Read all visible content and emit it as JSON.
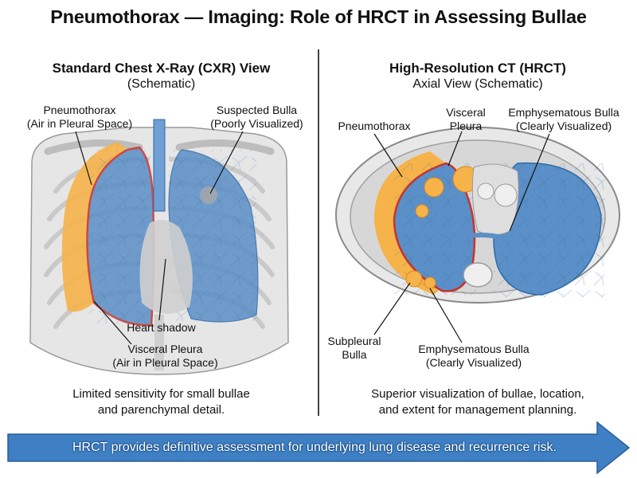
{
  "title": "Pneumothorax — Imaging: Role of HRCT in Assessing Bullae",
  "colors": {
    "lung_blue": "#5b8fc7",
    "lung_blue_dark": "#2f6aa8",
    "pneumo_orange": "#f5b34a",
    "pleura_red": "#c8322c",
    "bone_gray": "#d9d9d9",
    "banner_blue": "#3f7fc4"
  },
  "left_panel": {
    "title": "Standard Chest X-Ray (CXR) View",
    "subtitle": "(Schematic)",
    "labels": {
      "pneumothorax": [
        "Pneumothorax",
        "(Air in Pleural Space)"
      ],
      "suspected_bulla": [
        "Suspected Bulla",
        "(Poorly Visualized)"
      ],
      "heart_shadow": "Heart shadow",
      "visceral_pleura": [
        "Visceral Pleura",
        "(Air in Pleural Space)"
      ]
    },
    "caption": [
      "Limited sensitivity for small bullae",
      "and parenchymal detail."
    ]
  },
  "right_panel": {
    "title": "High-Resolution CT (HRCT)",
    "subtitle": "Axial View (Schematic)",
    "labels": {
      "pneumothorax": "Pneumothorax",
      "visceral_pleura": [
        "Visceral",
        "Pleura"
      ],
      "emphysematous_bulla_top": [
        "Emphysematous Bulla",
        "(Clearly Visualized)"
      ],
      "subpleural_bulla": [
        "Subpleural",
        "Bulla"
      ],
      "emphysematous_bulla_bottom": [
        "Emphysematous Bulla",
        "(Clearly Visualized)"
      ]
    },
    "caption": [
      "Superior visualization of bullae, location,",
      "and extent for management planning."
    ]
  },
  "banner": {
    "text": "HRCT provides definitive assessment for underlying lung disease and recurrence risk."
  }
}
